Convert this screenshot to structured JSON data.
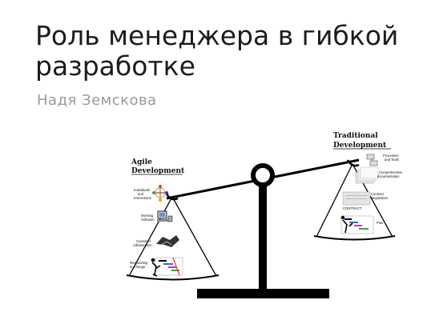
{
  "slide": {
    "title_line1": "Роль менеджера в гибкой",
    "title_line2": "разработке",
    "author": "Надя Земскова"
  },
  "illustration": {
    "agile_title_1": "Agile",
    "agile_title_2": "Development",
    "traditional_title_1": "Traditional",
    "traditional_title_2": "Development",
    "agile_items": [
      {
        "line1": "Individuals",
        "line2": "and",
        "line3": "Interactions"
      },
      {
        "line1": "Working",
        "line2": "Software"
      },
      {
        "line1": "Customer",
        "line2": "collaboration"
      },
      {
        "line1": "Responding",
        "line2": "to Change"
      }
    ],
    "traditional_items": [
      {
        "line1": "Processes",
        "line2": "and Tools"
      },
      {
        "line1": "Comprehensive",
        "line2": "documentation"
      },
      {
        "line1": "Contract",
        "line2": "Negotiation"
      },
      {
        "line1": "Plan"
      }
    ],
    "contract_word": "CONTRACT",
    "colors": {
      "ink": "#000000",
      "title": "#1c1c1c",
      "subtitle": "#9a9a9a"
    }
  }
}
